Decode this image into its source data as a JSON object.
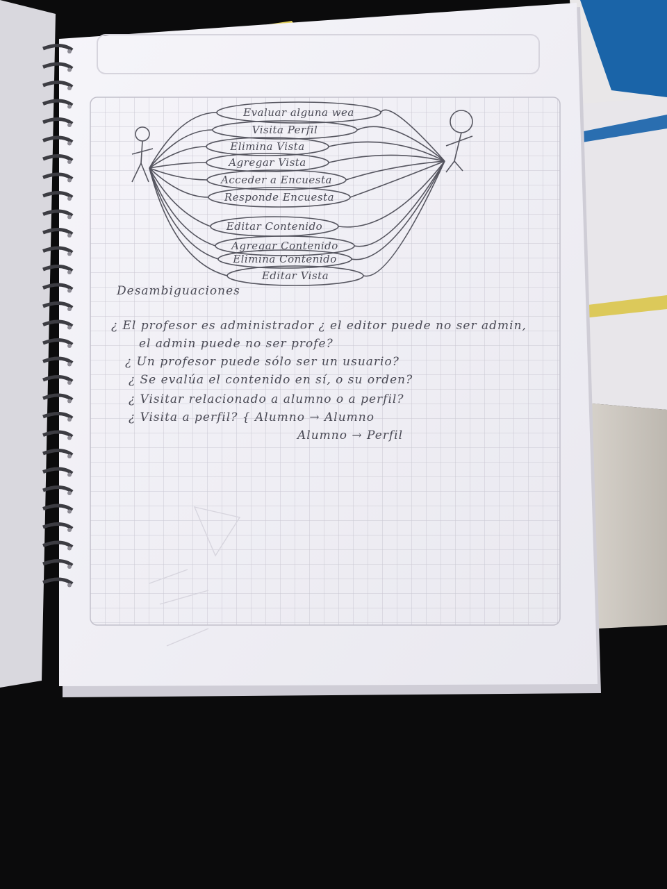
{
  "photo": {
    "subject": "Spiral notebook page with a hand-drawn use case diagram and handwritten notes",
    "colors": {
      "paper": "#f4f3f8",
      "grid": "#c9c7d2",
      "ink": "#4a4a55",
      "background_dark": "#0b0b0c",
      "cloth": "#e9e7e8",
      "cloth_yellow": "#e2cf5b",
      "cloth_blue": "#1a64a8",
      "mattress": "#cfcac2"
    }
  },
  "diagram": {
    "actors": [
      {
        "icon": "stick-figure-left-icon"
      },
      {
        "icon": "stick-figure-right-icon"
      }
    ],
    "use_cases": [
      "Evaluar alguna wea",
      "Visita Perfil",
      "Elimina Vista",
      "Agregar Vista",
      "Acceder a Encuesta",
      "Responde Encuesta",
      "Editar Contenido",
      "Agregar Contenido",
      "Elimina Contenido",
      "Editar Vista"
    ]
  },
  "notes": {
    "heading": "Desambiguaciones",
    "lines": [
      "¿ El profesor es administrador ¿ el editor puede no ser admin,",
      "el admin puede no ser profe?",
      "¿ Un profesor puede sólo ser un usuario?",
      "¿ Se evalúa el contenido en sí, o su orden?",
      "¿ Visitar relacionado a alumno o a perfil?",
      "¿ Visita a perfil? {  Alumno → Alumno",
      "Alumno → Perfil"
    ]
  }
}
